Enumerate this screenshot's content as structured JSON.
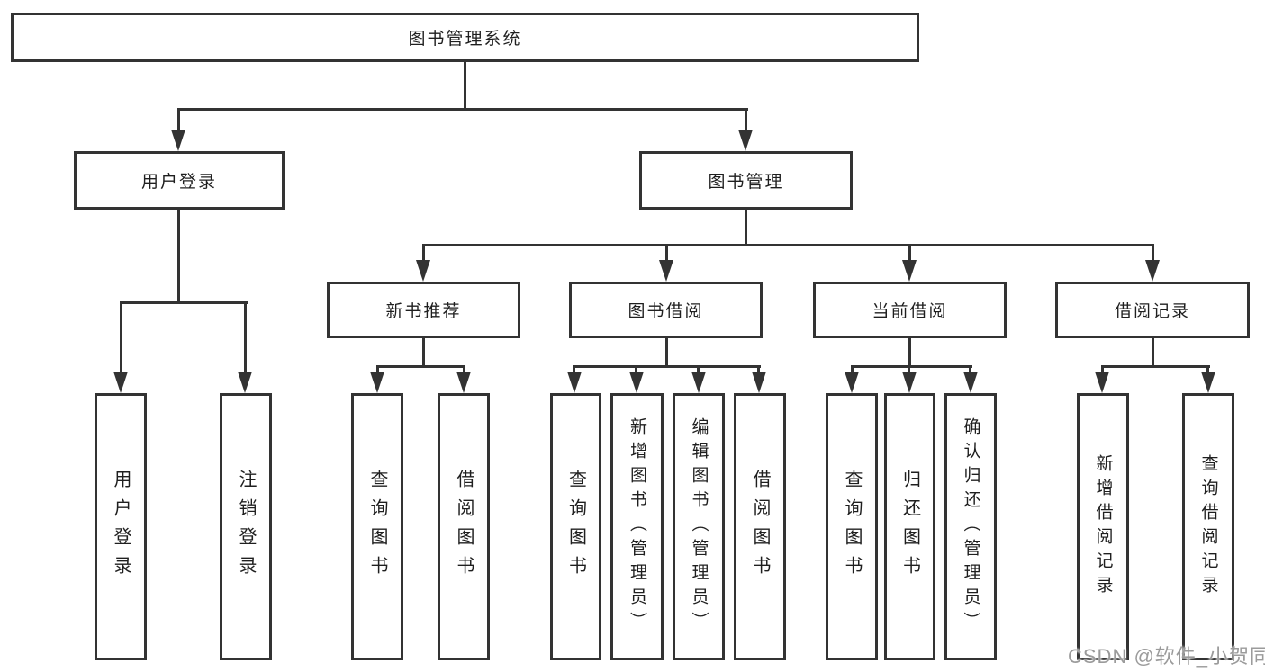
{
  "diagram": {
    "root": {
      "label": "图书管理系统"
    },
    "level1": [
      {
        "label": "用户登录"
      },
      {
        "label": "图书管理"
      }
    ],
    "level2": [
      {
        "label": "新书推荐"
      },
      {
        "label": "图书借阅"
      },
      {
        "label": "当前借阅"
      },
      {
        "label": "借阅记录"
      }
    ],
    "leaves": {
      "user_login": [
        {
          "label": "用户登录"
        },
        {
          "label": "注销登录"
        }
      ],
      "new_book": [
        {
          "label": "查询图书"
        },
        {
          "label": "借阅图书"
        }
      ],
      "book_borrow": [
        {
          "label": "查询图书"
        },
        {
          "label": "新增图书（管理员）"
        },
        {
          "label": "编辑图书（管理员）"
        },
        {
          "label": "借阅图书"
        }
      ],
      "current_borrow": [
        {
          "label": "查询图书"
        },
        {
          "label": "归还图书"
        },
        {
          "label": "确认归还（管理员）"
        }
      ],
      "borrow_record": [
        {
          "label": "新增借阅记录"
        },
        {
          "label": "查询借阅记录"
        }
      ]
    },
    "colors": {
      "line": "#333333",
      "box_border": "#333333",
      "box_fill": "#ffffff",
      "text": "#1f1f1f",
      "watermark": "#9b9b9b",
      "background": "#ffffff"
    }
  },
  "watermark": {
    "text": "CSDN @软件_小贺同学"
  }
}
